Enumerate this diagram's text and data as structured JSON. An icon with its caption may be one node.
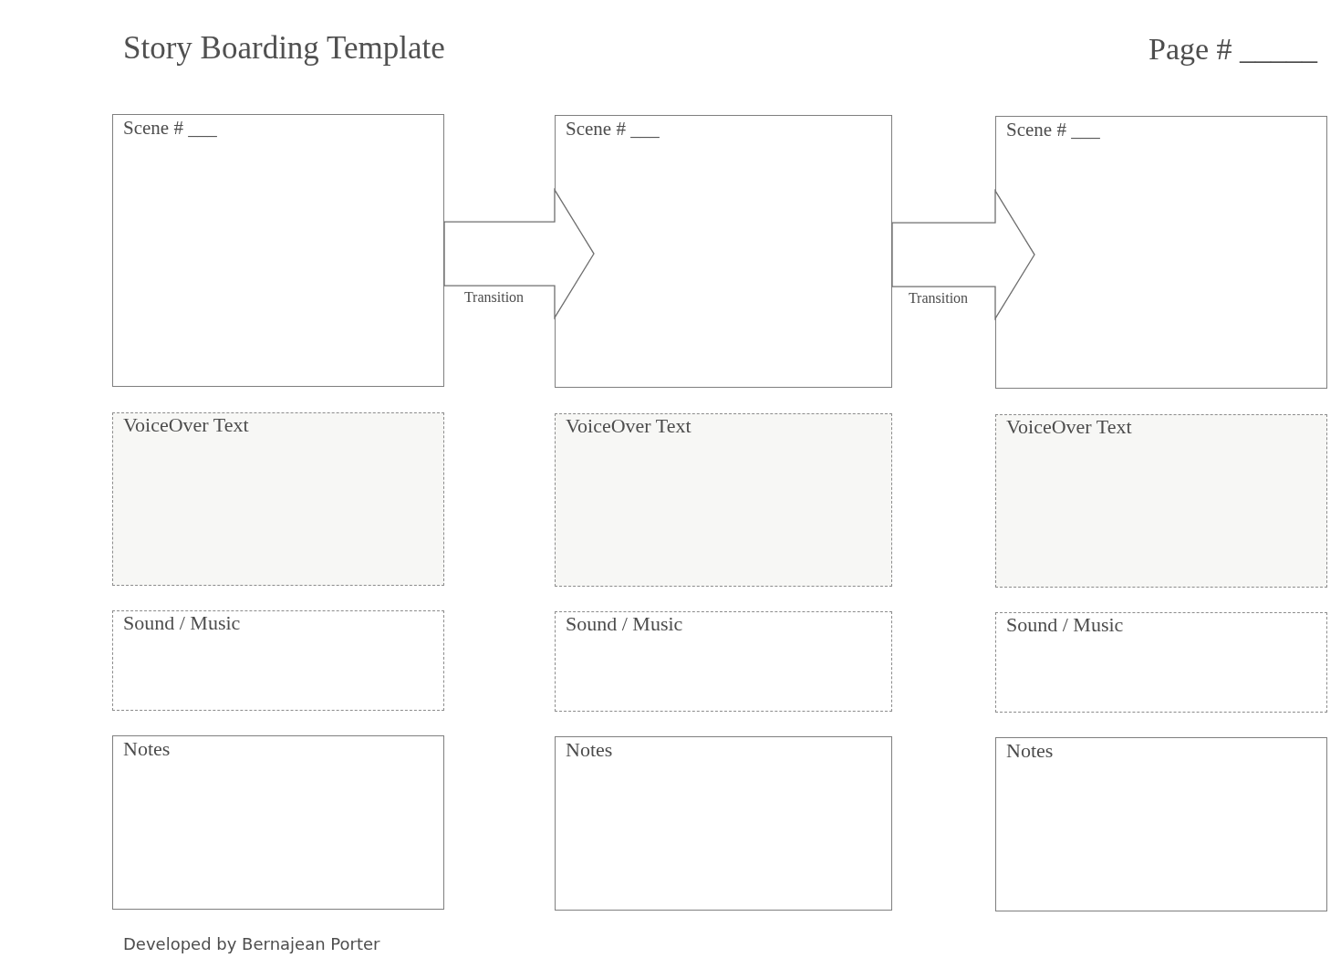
{
  "diagram": {
    "title": "Story Boarding Template",
    "nodes": [
      {
        "text": [
          "Scene # ___"
        ]
      },
      {
        "text": [
          "Scene # ___"
        ]
      },
      {
        "text": [
          "Scene # ___"
        ]
      },
      {
        "text": [
          "VoiceOver Text"
        ]
      },
      {
        "text": [
          "VoiceOver Text"
        ]
      },
      {
        "text": [
          "VoiceOver Text"
        ]
      },
      {
        "text": [
          "Sound / Music"
        ]
      },
      {
        "text": [
          "Sound / Music"
        ]
      },
      {
        "text": [
          "Sound / Music"
        ]
      },
      {
        "text": [
          "Notes"
        ]
      },
      {
        "text": [
          "Notes"
        ]
      },
      {
        "text": [
          "Notes"
        ]
      }
    ],
    "edges": [
      {
        "from": 0,
        "to": 1,
        "arrow": "to",
        "label": "Transition",
        "style": "thick"
      },
      {
        "from": 1,
        "to": 2,
        "arrow": "to",
        "label": "Transition",
        "style": "thick"
      }
    ],
    "labels": [
      "Page # _____",
      "Developed by Bernajean Porter"
    ]
  }
}
